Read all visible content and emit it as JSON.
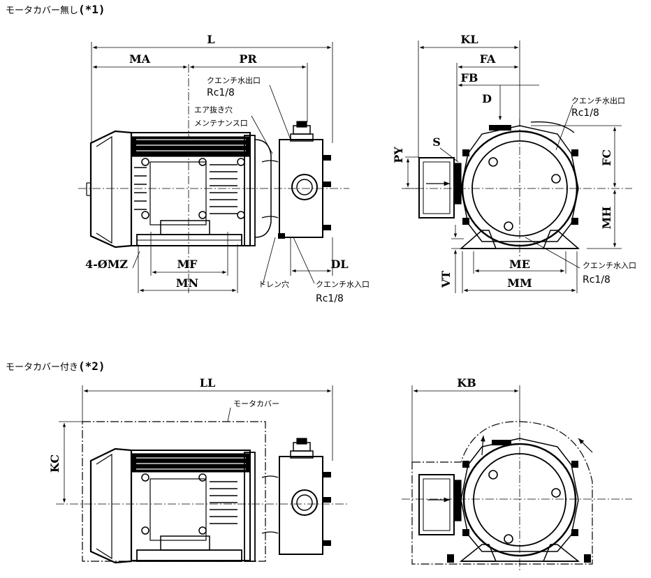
{
  "sections": {
    "without_cover": {
      "title": "モータカバー無し",
      "suffix": "(*1)"
    },
    "with_cover": {
      "title": "モータカバー付き",
      "suffix": "(*2)"
    }
  },
  "dims": {
    "L": "L",
    "MA": "MA",
    "PR": "PR",
    "MF": "MF",
    "MN": "MN",
    "DL": "DL",
    "MZ": "4-ØMZ",
    "KL": "KL",
    "FA": "FA",
    "FB": "FB",
    "D": "D",
    "S": "S",
    "PY": "PY",
    "FC": "FC",
    "MH": "MH",
    "ME": "ME",
    "MM": "MM",
    "VT": "VT",
    "LL": "LL",
    "KC": "KC",
    "KB": "KB"
  },
  "notes": {
    "quench_out": "クエンチ水出口",
    "quench_in": "クエンチ水入口",
    "rc": "Rc1/8",
    "air_vent": "エア抜き穴",
    "maint": "メンテナンス口",
    "drain": "ドレン穴",
    "motor_cover": "モータカバー"
  }
}
